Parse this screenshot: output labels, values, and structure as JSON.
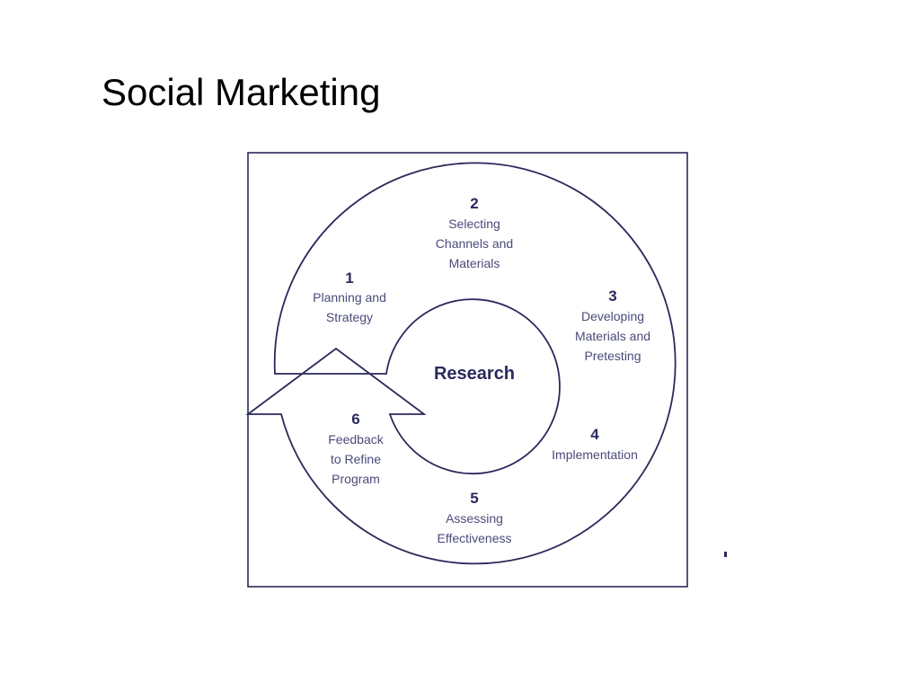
{
  "slide": {
    "title": "Social Marketing"
  },
  "diagram": {
    "center_label": "Research",
    "stages": [
      {
        "number": "1",
        "lines": [
          "Planning and",
          "Strategy"
        ]
      },
      {
        "number": "2",
        "lines": [
          "Selecting",
          "Channels and",
          "Materials"
        ]
      },
      {
        "number": "3",
        "lines": [
          "Developing",
          "Materials and",
          "Pretesting"
        ]
      },
      {
        "number": "4",
        "lines": [
          "Implementation"
        ]
      },
      {
        "number": "5",
        "lines": [
          "Assessing",
          "Effectiveness"
        ]
      },
      {
        "number": "6",
        "lines": [
          "Feedback",
          "to Refine",
          "Program"
        ]
      }
    ]
  },
  "colors": {
    "ink": "#2a2a5c",
    "text": "#4a4a7a",
    "background": "#ffffff"
  }
}
